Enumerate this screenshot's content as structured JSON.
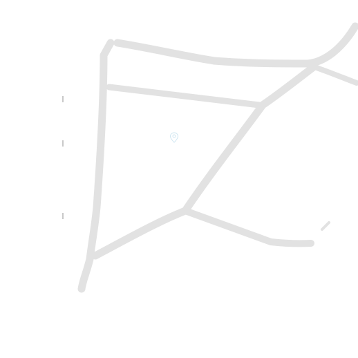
{
  "map": {
    "background_color": "#ffffff",
    "road_color": "#e2e2e2",
    "marker_color": "#cfe6f1",
    "tick_color": "#c9c9c9",
    "marker_icon": "location-pin-icon",
    "roads": [
      "north-road",
      "upper-crossing-road",
      "west-road",
      "diagonal-road",
      "south-east-road",
      "east-spur-road",
      "south-west-spur-road"
    ]
  }
}
